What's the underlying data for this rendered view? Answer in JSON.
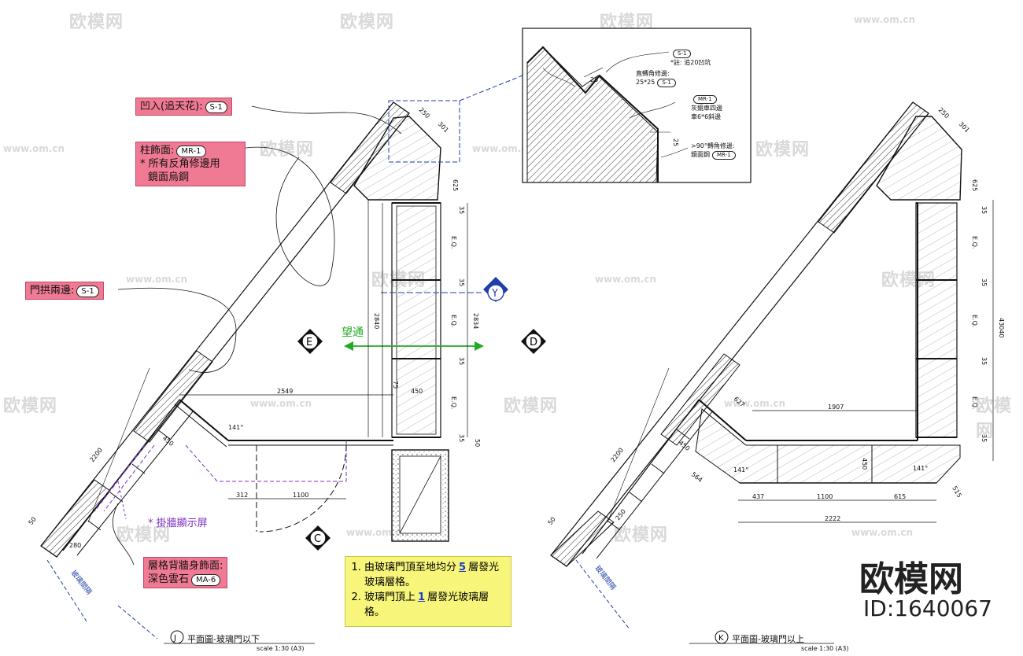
{
  "watermarks": {
    "logo_text": "欧模网",
    "url_text": "www.om.cn"
  },
  "annotations": {
    "recess": {
      "label": "凹入(追天花):",
      "tag": "S-1"
    },
    "column_finish": {
      "label": "柱飾面:",
      "tag": "MR-1",
      "line2": "* 所有反角修邊用",
      "line3": "鏡面烏鋼"
    },
    "arch_edges": {
      "label": "門拱兩邊:",
      "tag": "S-1"
    },
    "lattice_back": {
      "label": "層格背牆身飾面:",
      "line2": "深色雲石",
      "tag": "MA-6"
    }
  },
  "detail": {
    "s1_tag": "S-1",
    "s1_note": "*註: 追20凹坑",
    "corner_label": "直轉角修邊:",
    "corner_size": "25*25",
    "corner_tag": "S-1",
    "mr_tag": "MR-1",
    "mr_line1": "灰鏡車四邊",
    "mr_line2": "車6*6斜邊",
    "over90_label": ">90°轉角修邊:",
    "over90_line2": "鏡面鋼",
    "over90_tag": "MR-1",
    "dim_25a": "25",
    "dim_25b": "25"
  },
  "notes": {
    "item1_a": "由玻璃門頂至地均分",
    "item1_num": "5",
    "item1_b": "層發光玻璃層格。",
    "item2_a": "玻璃門頂上",
    "item2_num": "1",
    "item2_b": "層發光玻璃層格。"
  },
  "plan_left": {
    "markers": {
      "E": "E",
      "D": "D",
      "C": "C",
      "Y": "Y"
    },
    "see_through": "望通",
    "tv_label": "* 掛牆顯示屏",
    "glass_partition": "玻璃間隔",
    "dims": {
      "d250": "250",
      "d301": "301",
      "d625": "625",
      "d35a": "35",
      "eq1": "E.Q.",
      "d35b": "35",
      "eq2": "E.Q.",
      "d35c": "35",
      "eq3": "E.Q.",
      "d35d": "35",
      "d2840": "2840",
      "d2834": "2834",
      "d2549": "2549",
      "d450a": "450",
      "d75": "75",
      "d50": "50",
      "d141": "141°",
      "d450b": "450",
      "d312": "312",
      "d1100": "1100",
      "d2200": "2200",
      "d50b": "50",
      "d280": "280"
    },
    "title_letter": "J",
    "title": "平面圖-玻璃門以下",
    "scale": "scale 1:30 (A3)"
  },
  "plan_right": {
    "glass_partition": "玻璃間隔",
    "dims": {
      "d250": "250",
      "d301": "301",
      "d625": "625",
      "d35a": "35",
      "eq1": "E.Q.",
      "d35b": "35",
      "eq2": "E.Q.",
      "d35c": "35",
      "eq3": "E.Q.",
      "d35d": "35",
      "d43040": "43040",
      "d1907": "1907",
      "d627": "627",
      "d450": "450",
      "d141a": "141°",
      "d141b": "141°",
      "d564": "564",
      "d450b": "450",
      "d437": "437",
      "d1100": "1100",
      "d615": "615",
      "d2222": "2222",
      "d515": "515",
      "d2200": "2200",
      "d250b": "250",
      "d50": "50"
    },
    "title_letter": "K",
    "title": "平面圖-玻璃門以上",
    "scale": "scale 1:30 (A3)"
  },
  "brand": {
    "name": "欧模网",
    "id": "ID:1640067"
  }
}
